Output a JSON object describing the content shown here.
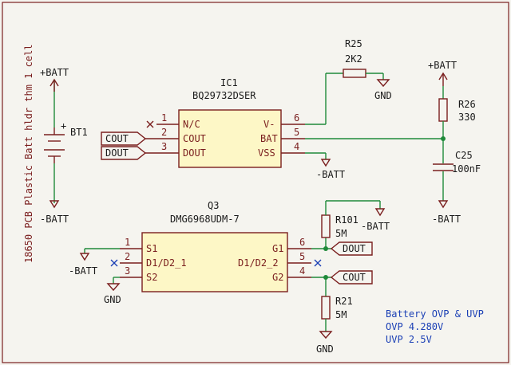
{
  "side_title": "18650 PCB Plastic Batt hldr thm 1 cell",
  "nets": {
    "batt_pos": "+BATT",
    "batt_neg": "-BATT",
    "gnd": "GND",
    "cout": "COUT",
    "dout": "DOUT"
  },
  "battery": {
    "ref": "BT1",
    "plus": "+"
  },
  "ic1": {
    "ref": "IC1",
    "value": "BQ29732DSER",
    "pins": [
      {
        "num": "1",
        "name": "N/C"
      },
      {
        "num": "2",
        "name": "COUT"
      },
      {
        "num": "3",
        "name": "DOUT"
      },
      {
        "num": "6",
        "name": "V-"
      },
      {
        "num": "5",
        "name": "BAT"
      },
      {
        "num": "4",
        "name": "VSS"
      }
    ]
  },
  "r25": {
    "ref": "R25",
    "value": "2K2"
  },
  "r26": {
    "ref": "R26",
    "value": "330"
  },
  "c25": {
    "ref": "C25",
    "value": "100nF"
  },
  "q3": {
    "ref": "Q3",
    "value": "DMG6968UDM-7",
    "pins": [
      {
        "num": "1",
        "name": "S1"
      },
      {
        "num": "2",
        "name": "D1/D2_1"
      },
      {
        "num": "3",
        "name": "S2"
      },
      {
        "num": "6",
        "name": "G1"
      },
      {
        "num": "5",
        "name": "D1/D2_2"
      },
      {
        "num": "4",
        "name": "G2"
      }
    ]
  },
  "r101": {
    "ref": "R101",
    "value": "5M"
  },
  "r21": {
    "ref": "R21",
    "value": "5M"
  },
  "notes": [
    "Battery OVP & UVP",
    "OVP 4.280V",
    "UVP 2.5V"
  ]
}
